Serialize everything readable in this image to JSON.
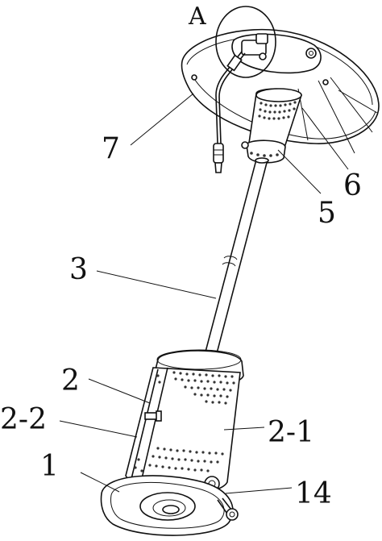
{
  "diagram": {
    "callouts": [
      {
        "id": "A",
        "text": "A"
      },
      {
        "id": "7",
        "text": "7"
      },
      {
        "id": "6",
        "text": "6"
      },
      {
        "id": "5",
        "text": "5"
      },
      {
        "id": "3",
        "text": "3"
      },
      {
        "id": "2",
        "text": "2"
      },
      {
        "id": "2-2",
        "text": "2-2"
      },
      {
        "id": "2-1",
        "text": "2-1"
      },
      {
        "id": "1",
        "text": "1"
      },
      {
        "id": "14",
        "text": "14"
      }
    ]
  }
}
